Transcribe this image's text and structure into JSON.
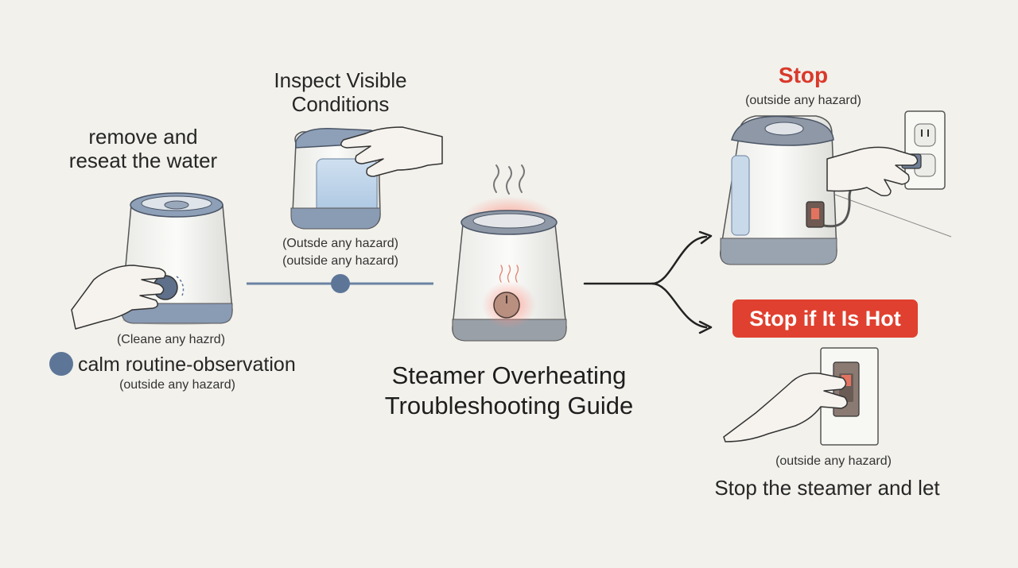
{
  "title": {
    "line1": "Steamer Overheating",
    "line2": "Troubleshooting Guide"
  },
  "step_left": {
    "heading_line1": "remove and",
    "heading_line2": "reseat the water",
    "note1": "(Cleane any hazrd)",
    "label": "calm routine-observation",
    "note2": "(outside any hazard)"
  },
  "step_inspect": {
    "heading_line1": "Inspect Visible",
    "heading_line2": "Conditions",
    "note1": "(Outsde any hazard)",
    "note2": "(outside any hazard)"
  },
  "step_stop": {
    "heading": "Stop",
    "note": "(outside any hazard)"
  },
  "step_stop_hot": {
    "badge": "Stop if It Is Hot",
    "note": "(outside any hazard)",
    "caption": "Stop the steamer and let"
  },
  "colors": {
    "accent_red": "#e0402f",
    "accent_blue": "#5d7698",
    "connector": "#6b82a3",
    "background": "#f2f1ec"
  },
  "icons": [
    "steamer-icon",
    "hand-icon",
    "heat-waves-icon",
    "wall-outlet-icon",
    "power-plug-icon",
    "wall-switch-icon"
  ]
}
